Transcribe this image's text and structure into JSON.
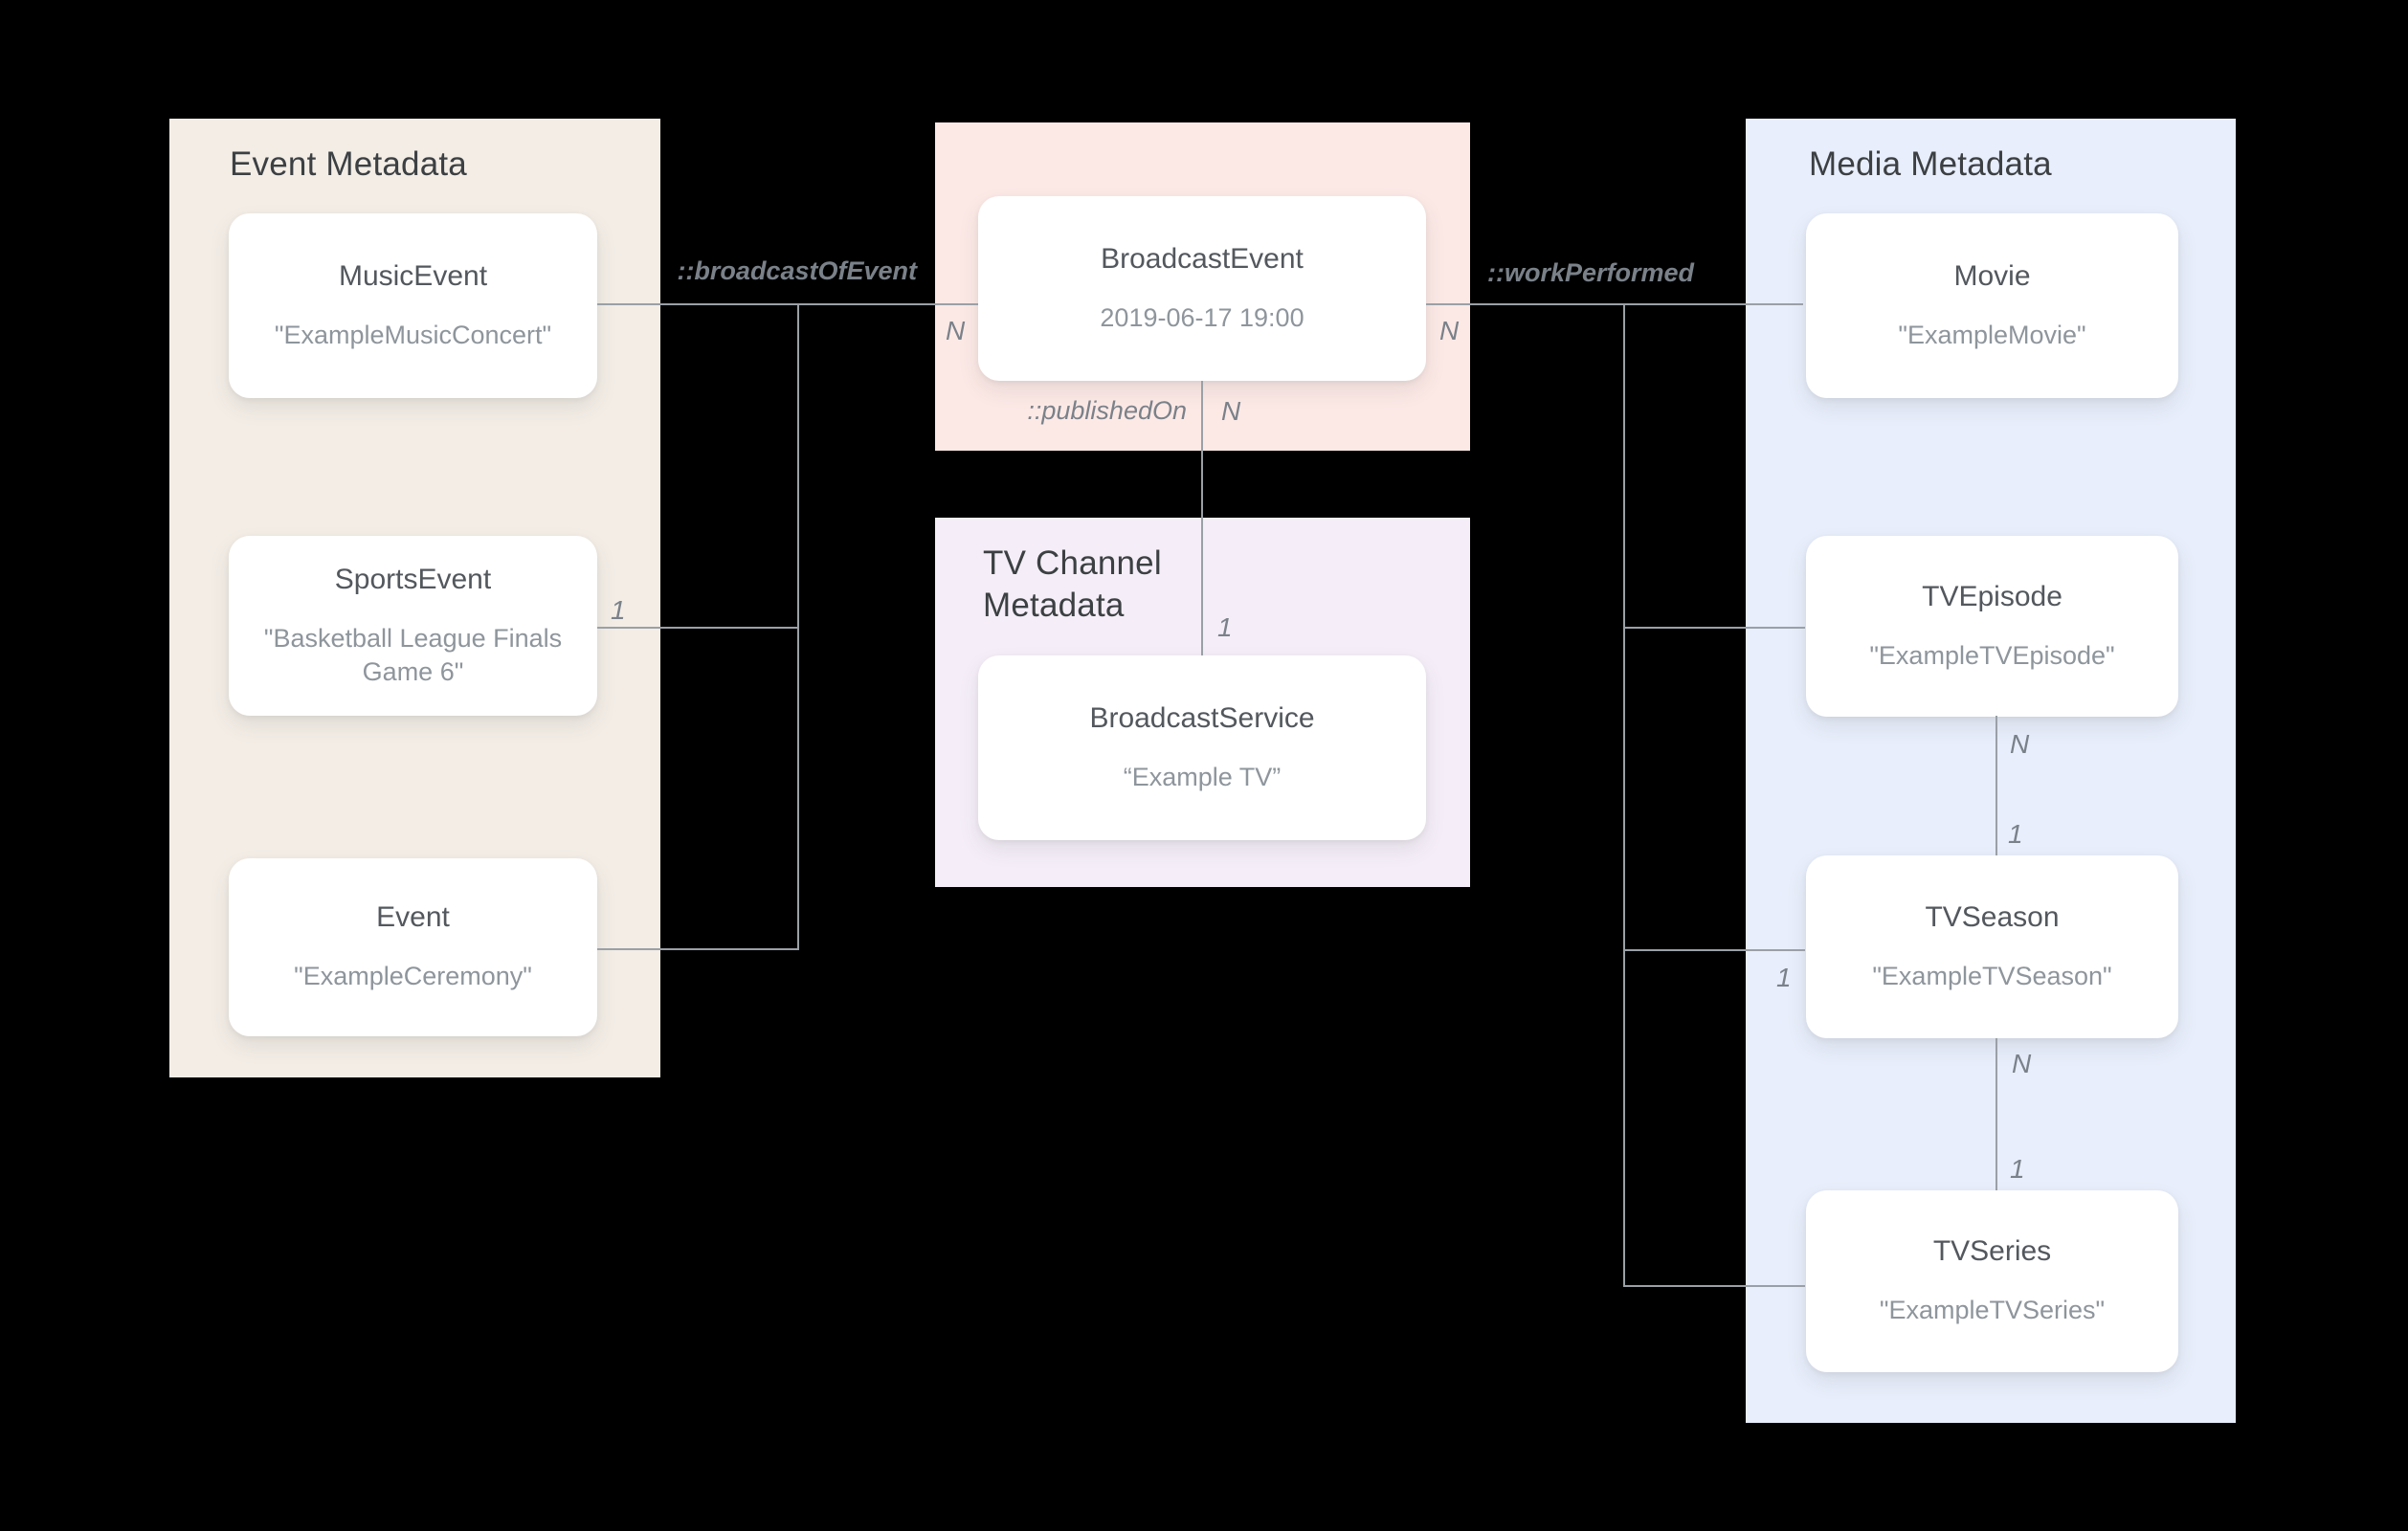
{
  "panels": {
    "event": {
      "title": "Event Metadata",
      "cards": {
        "music_event": {
          "title": "MusicEvent",
          "value": "\"ExampleMusicConcert\""
        },
        "sports_event": {
          "title": "SportsEvent",
          "value": "\"Basketball League Finals Game 6\""
        },
        "event": {
          "title": "Event",
          "value": "\"ExampleCeremony\""
        }
      }
    },
    "broadcast": {
      "cards": {
        "broadcast_event": {
          "title": "BroadcastEvent",
          "value": "2019-06-17 19:00"
        }
      }
    },
    "tv_channel": {
      "title": "TV Channel Metadata",
      "cards": {
        "broadcast_service": {
          "title": "BroadcastService",
          "value": "“Example TV”"
        }
      }
    },
    "media": {
      "title": "Media Metadata",
      "cards": {
        "movie": {
          "title": "Movie",
          "value": "\"ExampleMovie\""
        },
        "tv_episode": {
          "title": "TVEpisode",
          "value": "\"ExampleTVEpisode\""
        },
        "tv_season": {
          "title": "TVSeason",
          "value": "\"ExampleTVSeason\""
        },
        "tv_series": {
          "title": "TVSeries",
          "value": "\"ExampleTVSeries\""
        }
      }
    }
  },
  "edges": {
    "broadcast_of_event": {
      "label": "::broadcastOfEvent",
      "n": "N",
      "one": "1"
    },
    "work_performed": {
      "label": "::workPerformed",
      "n": "N",
      "season_one": "1"
    },
    "published_on": {
      "label": "::publishedOn",
      "n": "N",
      "one": "1"
    },
    "episode_season": {
      "n": "N",
      "one": "1"
    },
    "season_series": {
      "n": "N",
      "one": "1"
    }
  },
  "colors": {
    "background": "#000000",
    "event_panel": "#F3EDE6",
    "broadcast_panel": "#FCE9E6",
    "tv_channel_panel": "#F5EEF8",
    "media_panel": "#E8EEFB",
    "card": "#FFFFFF",
    "panel_title": "#3C4043",
    "card_title": "#53585E",
    "card_value": "#8E959C",
    "edge_line": "#9AA0A6",
    "edge_label": "#7A8189"
  }
}
